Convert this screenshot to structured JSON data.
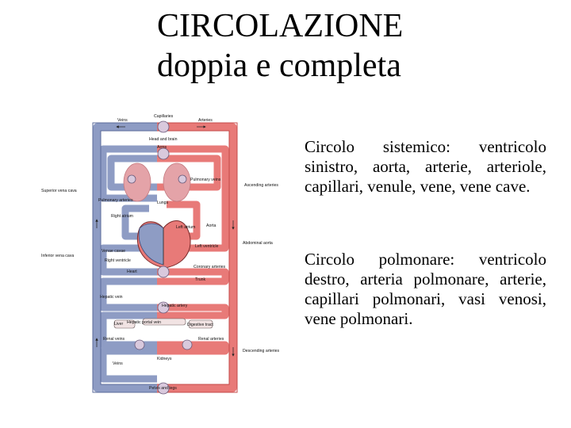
{
  "title": {
    "line1": "CIRCOLAZIONE",
    "line2": "doppia e completa"
  },
  "paragraphs": {
    "sistemico": "Circolo sistemico: ventricolo sinistro, aorta, arterie, arteriole, capillari, venule, vene, vene cave.",
    "polmonare": "Circolo polmonare: ventricolo destro, arteria polmonare, arterie, capillari polmonari, vasi venosi, vene polmonari."
  },
  "diagram": {
    "labels": {
      "veins": "Veins",
      "capillaries": "Capillaries",
      "arteries": "Arteries",
      "head_brain": "Head and brain",
      "arms": "Arms",
      "pulmonary_veins": "Pulmonary veins",
      "ascending_arteries": "Ascending arteries",
      "superior_vena_cava": "Superior vena cava",
      "pulmonary_arteries": "Pulmonary arteries",
      "lungs": "Lungs",
      "right_atrium": "Right atrium",
      "aorta": "Aorta",
      "left_atrium": "Left atrium",
      "left_ventricle": "Left ventricle",
      "abdominal_aorta": "Abdominal aorta",
      "inferior_vena_cava": "Inferior vena cava",
      "venae_cavae": "Venae cavae",
      "right_ventricle": "Right ventricle",
      "coronary_arteries": "Coronary arteries",
      "heart": "Heart",
      "trunk": "Trunk",
      "hepatic_vein": "Hepatic vein",
      "hepatic_artery": "Hepatic artery",
      "liver": "Liver",
      "hepatic_portal_vein": "Hepatic portal vein",
      "digestive_tract": "Digestive tract",
      "renal_veins": "Renal veins",
      "renal_arteries": "Renal arteries",
      "descending_arteries": "Descending arteries",
      "veins_lower": "Veins",
      "kidneys": "Kidneys",
      "pelvis_legs": "Pelvis and legs"
    },
    "colors": {
      "venous": "#8e9cc4",
      "venous_dark": "#5a6a9a",
      "arterial": "#e87a78",
      "arterial_dark": "#c44a48",
      "capillary": "#d9c9dd",
      "lung": "#e4a3a8"
    }
  }
}
